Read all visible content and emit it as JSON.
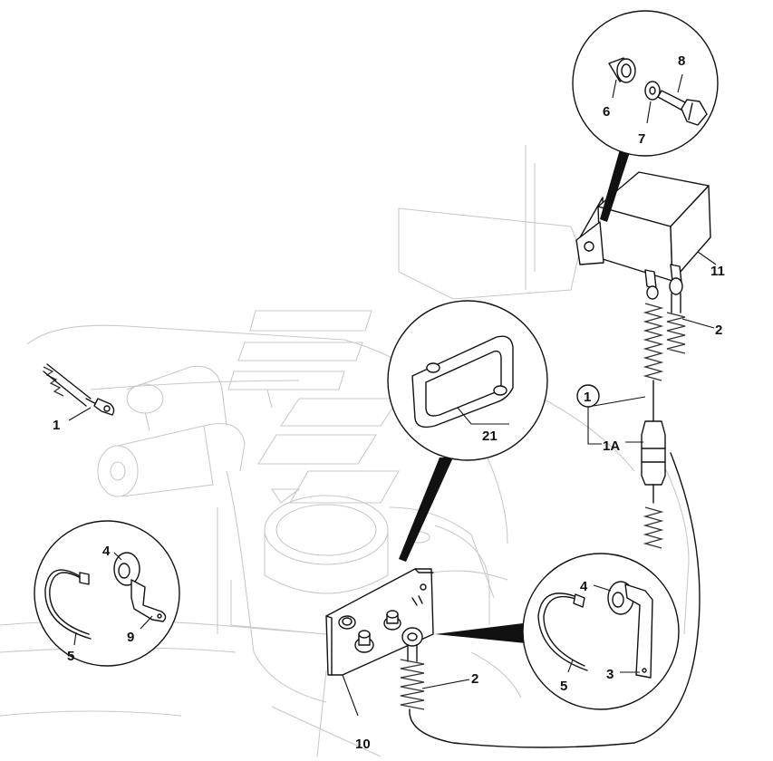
{
  "diagram": {
    "callouts": {
      "c1_starter": "1",
      "c1_circle": "1",
      "c1a": "1A",
      "c2_relay": "2",
      "c2_bottom": "2",
      "c3": "3",
      "c4_left": "4",
      "c4_right": "4",
      "c5_left": "5",
      "c5_right": "5",
      "c6": "6",
      "c7": "7",
      "c8": "8",
      "c9": "9",
      "c10": "10",
      "c11": "11",
      "c21": "21"
    }
  }
}
